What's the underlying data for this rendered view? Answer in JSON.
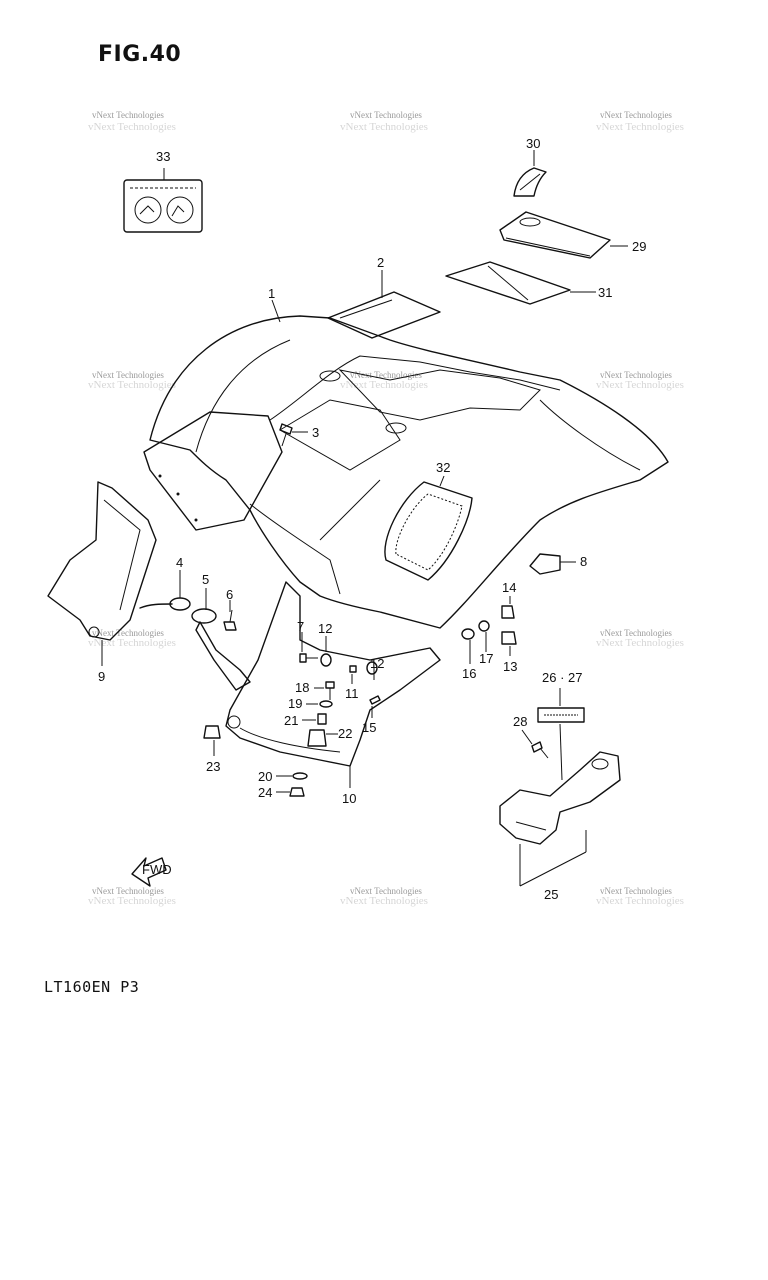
{
  "figure": {
    "title": "FIG.40",
    "model": "LT160EN  P3"
  },
  "watermark": {
    "text": "vNext Technologies"
  },
  "labels": {
    "l1": "1",
    "l2": "2",
    "l3": "3",
    "l4": "4",
    "l5": "5",
    "l6": "6",
    "l7": "7",
    "l8": "8",
    "l9": "9",
    "l10": "10",
    "l11": "11",
    "l12a": "12",
    "l12b": "12",
    "l13": "13",
    "l14": "14",
    "l15": "15",
    "l16": "16",
    "l17": "17",
    "l18": "18",
    "l19": "19",
    "l20": "20",
    "l21": "21",
    "l22": "22",
    "l23": "23",
    "l24": "24",
    "l25": "25",
    "l2627": "26 · 27",
    "l28": "28",
    "l29": "29",
    "l30": "30",
    "l31": "31",
    "l32": "32",
    "l33": "33"
  },
  "fwd_arrow": {
    "text": "FWD"
  }
}
